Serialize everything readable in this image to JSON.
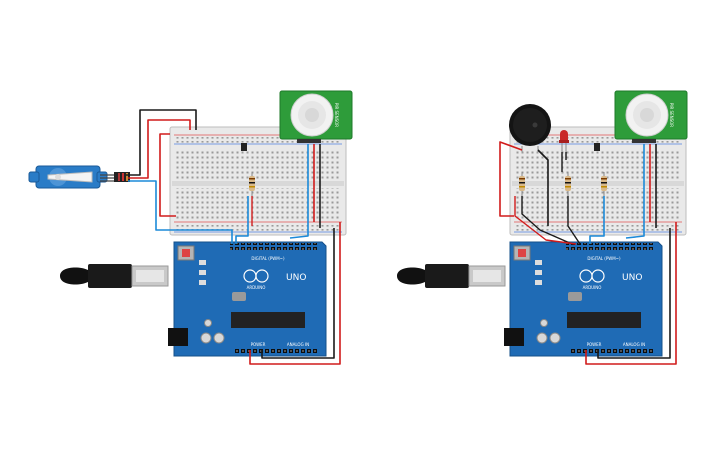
{
  "palette": {
    "board": "#1f6bb5",
    "board_edge": "#15508a",
    "breadboard": "#e9e9e9",
    "pir": "#2e9c3a",
    "wire_red": "#d11c1c",
    "wire_black": "#1a1a1a",
    "wire_blue": "#1c8ad9",
    "servo": "#2a7cc7"
  },
  "circuits": [
    {
      "board_labels": {
        "brand": "ARDUINO",
        "model": "UNO",
        "digital": "DIGITAL (PWM~)",
        "power": "POWER",
        "analog": "ANALOG IN"
      },
      "sensor_label": "PIR SENSOR",
      "actuator": "servo"
    },
    {
      "board_labels": {
        "brand": "ARDUINO",
        "model": "UNO",
        "digital": "DIGITAL (PWM~)",
        "power": "POWER",
        "analog": "ANALOG IN"
      },
      "sensor_label": "PIR SENSOR",
      "actuator": "buzzer"
    }
  ]
}
